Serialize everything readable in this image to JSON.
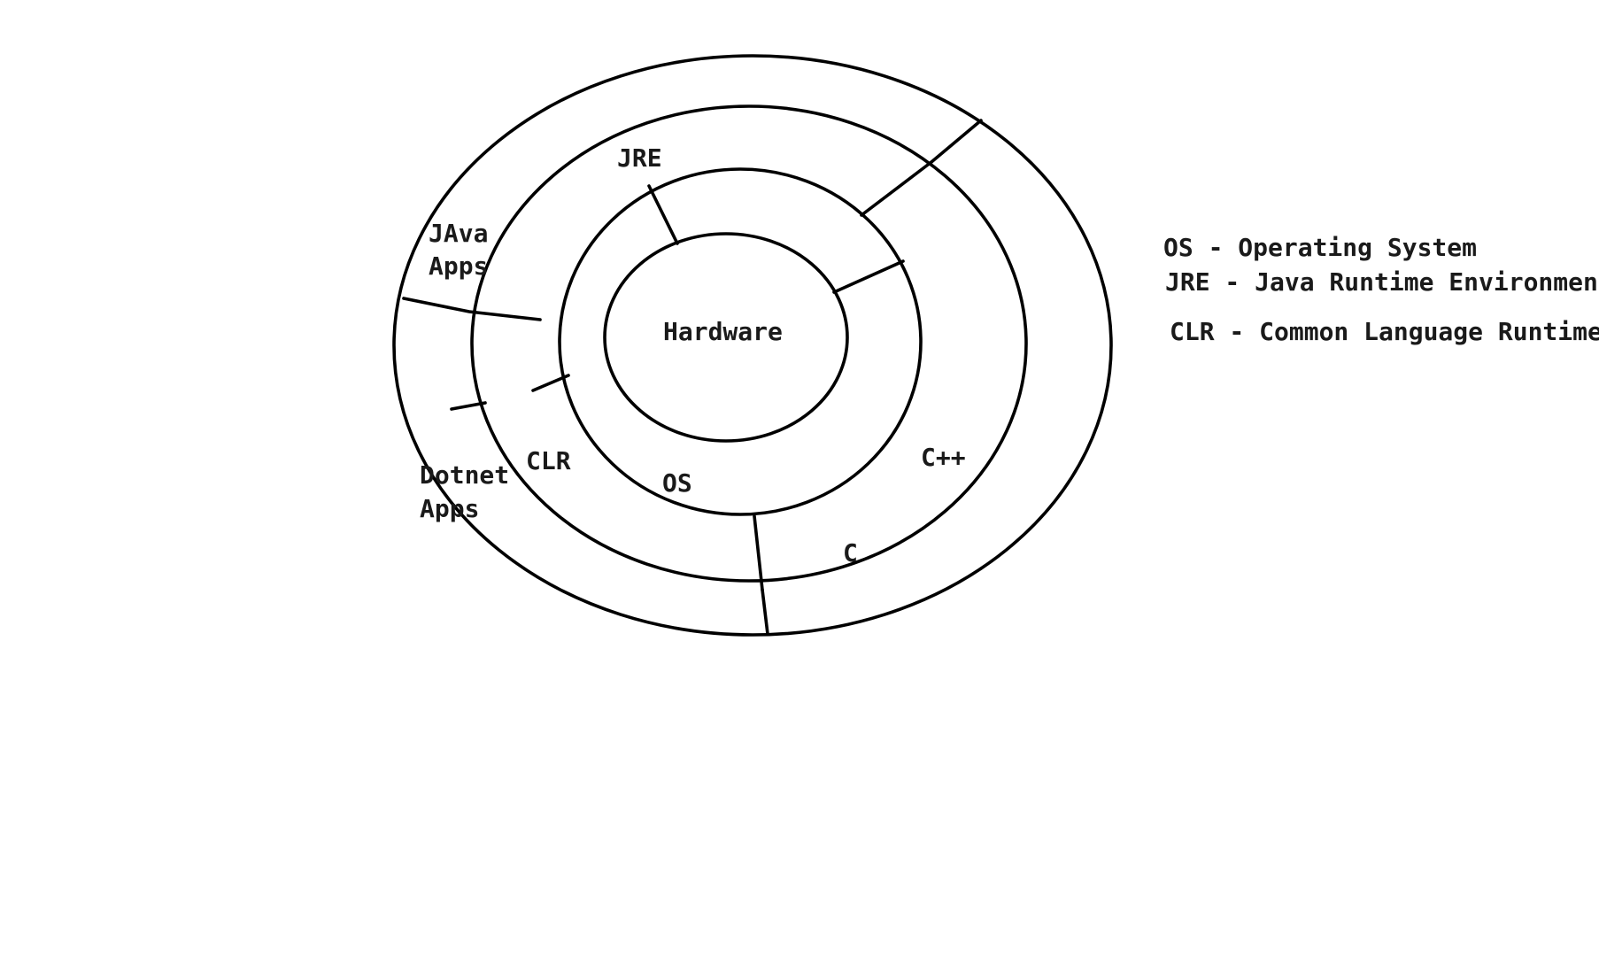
{
  "diagram": {
    "layers": [
      {
        "id": "hardware",
        "label": "Hardware"
      },
      {
        "id": "os",
        "label": "OS"
      },
      {
        "id": "runtimes",
        "labels": [
          "JRE",
          "CLR",
          "C",
          "C++"
        ]
      },
      {
        "id": "apps",
        "labels": [
          "JAva",
          "Apps",
          "Dotnet",
          "Apps"
        ]
      }
    ],
    "labels": {
      "hardware": "Hardware",
      "os": "OS",
      "jre": "JRE",
      "clr": "CLR",
      "c": "C",
      "cpp": "C++",
      "java_apps_1": "JAva",
      "java_apps_2": "Apps",
      "dotnet_apps_1": "Dotnet",
      "dotnet_apps_2": "Apps"
    }
  },
  "legend": [
    {
      "text": "OS - Operating System"
    },
    {
      "text": "JRE - Java Runtime Environment"
    },
    {
      "text": "CLR - Common Language Runtime"
    }
  ],
  "colors": {
    "stroke": "#000000",
    "text": "#1a1a1a",
    "background": "#ffffff"
  }
}
